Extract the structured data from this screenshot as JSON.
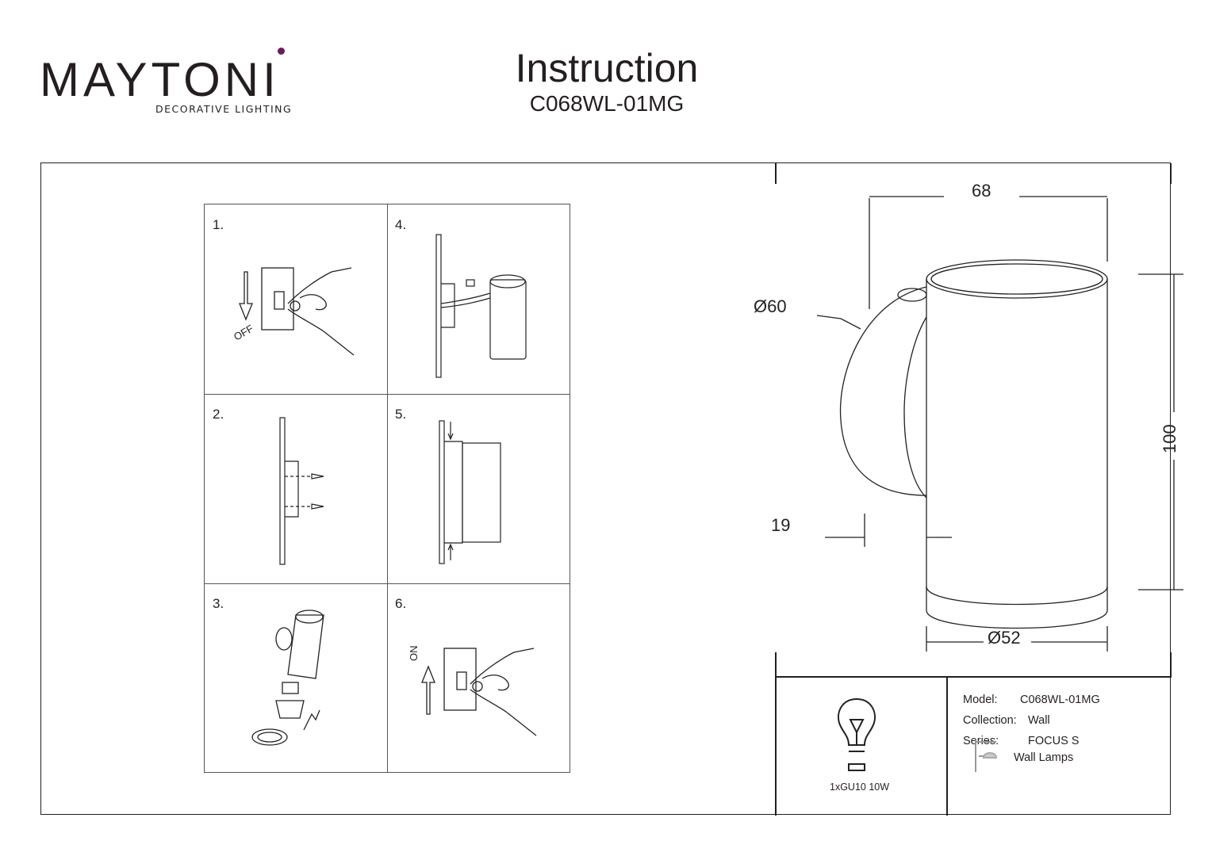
{
  "brand": {
    "name": "MAYTONI",
    "tagline": "DECORATIVE LIGHTING",
    "accent_color": "#6a1b5c"
  },
  "header": {
    "title": "Instruction",
    "model_code": "C068WL-01MG"
  },
  "steps": [
    {
      "number": "1.",
      "icon": "switch-off-icon",
      "label": "OFF"
    },
    {
      "number": "2.",
      "icon": "mount-bracket-screws-icon"
    },
    {
      "number": "3.",
      "icon": "insert-bulb-icon"
    },
    {
      "number": "4.",
      "icon": "connect-wires-icon"
    },
    {
      "number": "5.",
      "icon": "fix-lamp-to-wall-icon"
    },
    {
      "number": "6.",
      "icon": "switch-on-icon",
      "label": "ON"
    }
  ],
  "dimensions": {
    "width": "68",
    "base_diameter": "Ø60",
    "height": "100",
    "depth": "19",
    "body_diameter": "Ø52"
  },
  "specs": {
    "bulb": "1xGU10 10W",
    "model_label": "Model:",
    "model_value": "C068WL-01MG",
    "collection_label": "Collection:",
    "collection_value": "Wall",
    "series_label": "Series:",
    "series_value": "FOCUS S",
    "category": "Wall Lamps"
  }
}
